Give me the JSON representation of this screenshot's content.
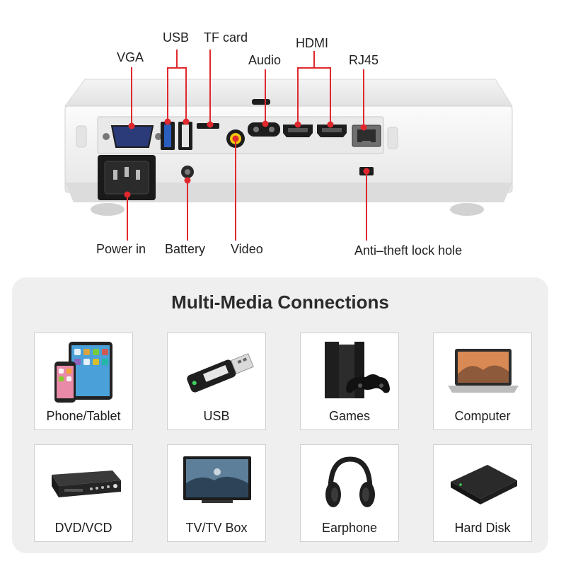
{
  "ports": {
    "vga": "VGA",
    "usb": "USB",
    "tf_card": "TF card",
    "audio": "Audio",
    "hdmi": "HDMI",
    "rj45": "RJ45",
    "power_in": "Power in",
    "battery": "Battery",
    "video": "Video",
    "anti_theft": "Anti–theft lock hole"
  },
  "panel": {
    "title": "Multi-Media Connections",
    "devices": [
      {
        "label": "Phone/Tablet",
        "icon": "phone-tablet-icon"
      },
      {
        "label": "USB",
        "icon": "usb-stick-icon"
      },
      {
        "label": "Games",
        "icon": "game-console-icon"
      },
      {
        "label": "Computer",
        "icon": "laptop-icon"
      },
      {
        "label": "DVD/VCD",
        "icon": "dvd-player-icon"
      },
      {
        "label": "TV/TV Box",
        "icon": "tv-icon"
      },
      {
        "label": "Earphone",
        "icon": "headphones-icon"
      },
      {
        "label": "Hard Disk",
        "icon": "hard-disk-icon"
      }
    ]
  },
  "colors": {
    "callout_line": "#e0282e",
    "projector_body": "#f2f2f2",
    "panel_bg": "#efefef"
  }
}
